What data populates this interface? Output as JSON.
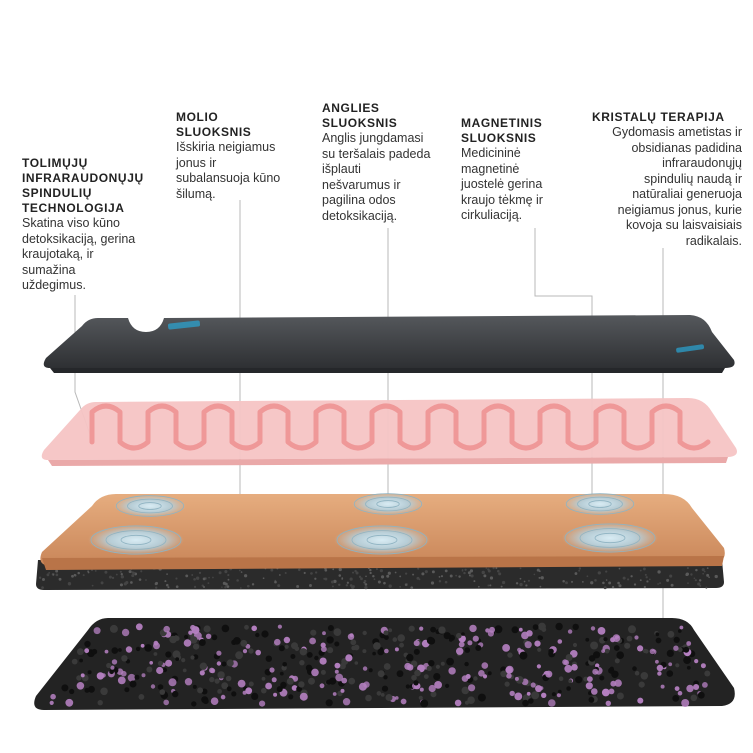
{
  "labels": {
    "infrared": {
      "title_lines": [
        "TOLIMŲJŲ",
        "INFRARAUDONŲJŲ",
        "SPINDULIŲ",
        "TECHNOLOGIJA"
      ],
      "desc_lines": [
        "Skatina viso kūno",
        "detoksikaciją, gerina",
        "kraujotaką, ir",
        "sumažina",
        "uždegimus."
      ]
    },
    "clay": {
      "title_lines": [
        "MOLIO",
        "SLUOKSNIS"
      ],
      "desc_lines": [
        "Išskiria neigiamus",
        "jonus ir",
        "subalansuoja kūno",
        "šilumą."
      ]
    },
    "carbon": {
      "title_lines": [
        "ANGLIES",
        "SLUOKSNIS"
      ],
      "desc_lines": [
        "Anglis jungdamasi",
        "su teršalais padeda",
        "išplauti",
        "nešvarumus ir",
        "pagilina odos",
        "detoksikaciją."
      ]
    },
    "magnet": {
      "title_lines": [
        "MAGNETINIS",
        "SLUOKSNIS"
      ],
      "desc_lines": [
        "Medicininė",
        "magnetinė",
        "juostelė gerina",
        "kraujo tėkmę ir",
        "cirkuliaciją."
      ]
    },
    "crystal": {
      "title_lines": [
        "KRISTALŲ TERAPIJA"
      ],
      "desc_lines": [
        "Gydomasis ametistas ir",
        "obsidianas padidina",
        "infraraudonųjų",
        "spindulių naudą ir",
        "natūraliai generuoja",
        "neigiamus jonus, kurie",
        "kovoja su laisvaisiais",
        "radikalais."
      ]
    }
  },
  "colors": {
    "text": "#222222",
    "leader": "#b9b9b9",
    "top_layer": "#3f4144",
    "infrared_layer": "#f6c4c4",
    "infrared_tube": "#ef9898",
    "clay_layer": "#d99a6a",
    "magnet": "#a9c2cd",
    "carbon_layer": "#2b2b2b",
    "crystal_base": "#232323",
    "amethyst": "#b47fc0",
    "accent_blue": "#2aa7d6"
  }
}
